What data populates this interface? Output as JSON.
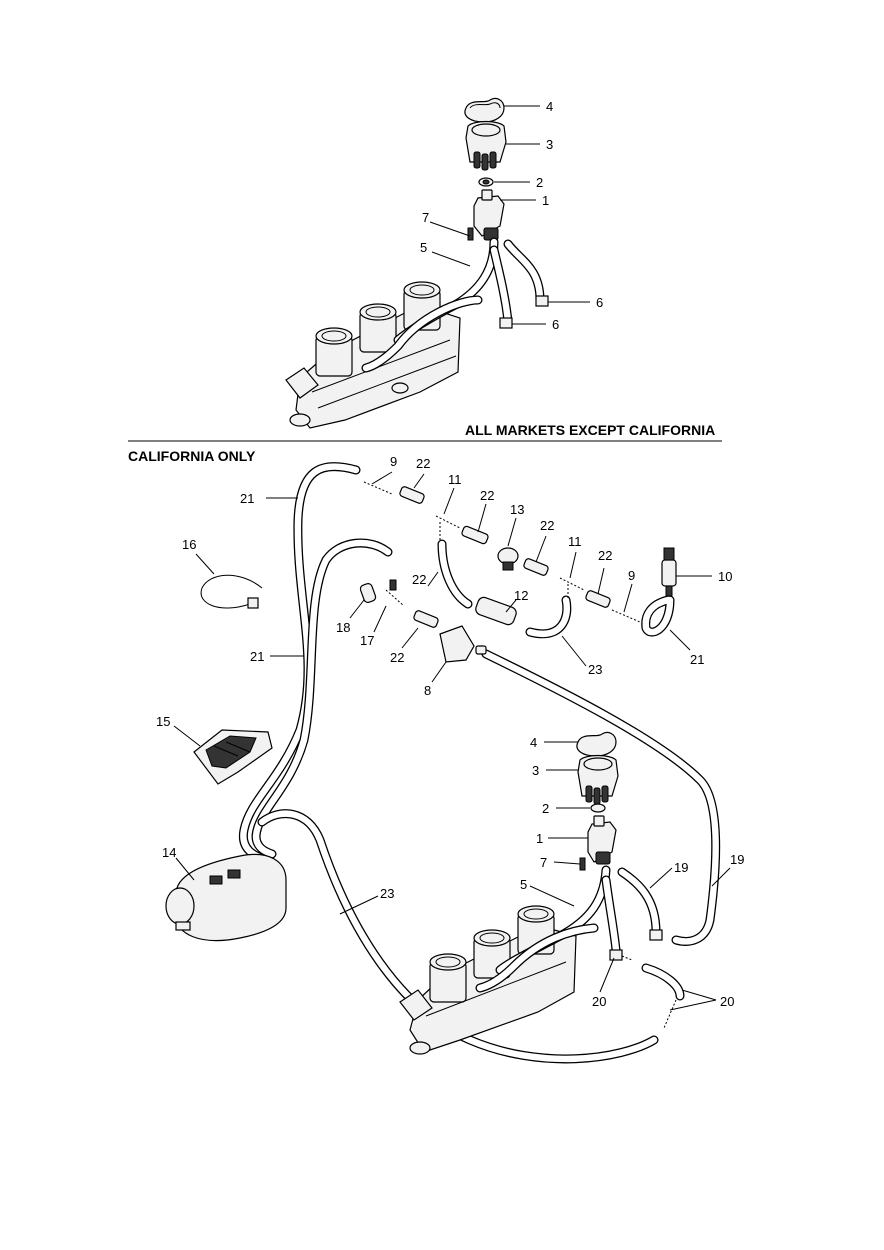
{
  "sections": {
    "top_label": "ALL MARKETS EXCEPT CALIFORNIA",
    "bottom_label": "CALIFORNIA ONLY"
  },
  "top_callouts": [
    "4",
    "3",
    "2",
    "1",
    "7",
    "5",
    "6",
    "6"
  ],
  "bottom_callouts": [
    "9",
    "22",
    "11",
    "22",
    "13",
    "22",
    "11",
    "22",
    "9",
    "10",
    "21",
    "21",
    "21",
    "16",
    "12",
    "18",
    "17",
    "22",
    "22",
    "23",
    "8",
    "15",
    "4",
    "3",
    "2",
    "1",
    "7",
    "19",
    "19",
    "14",
    "5",
    "23",
    "20",
    "20"
  ]
}
